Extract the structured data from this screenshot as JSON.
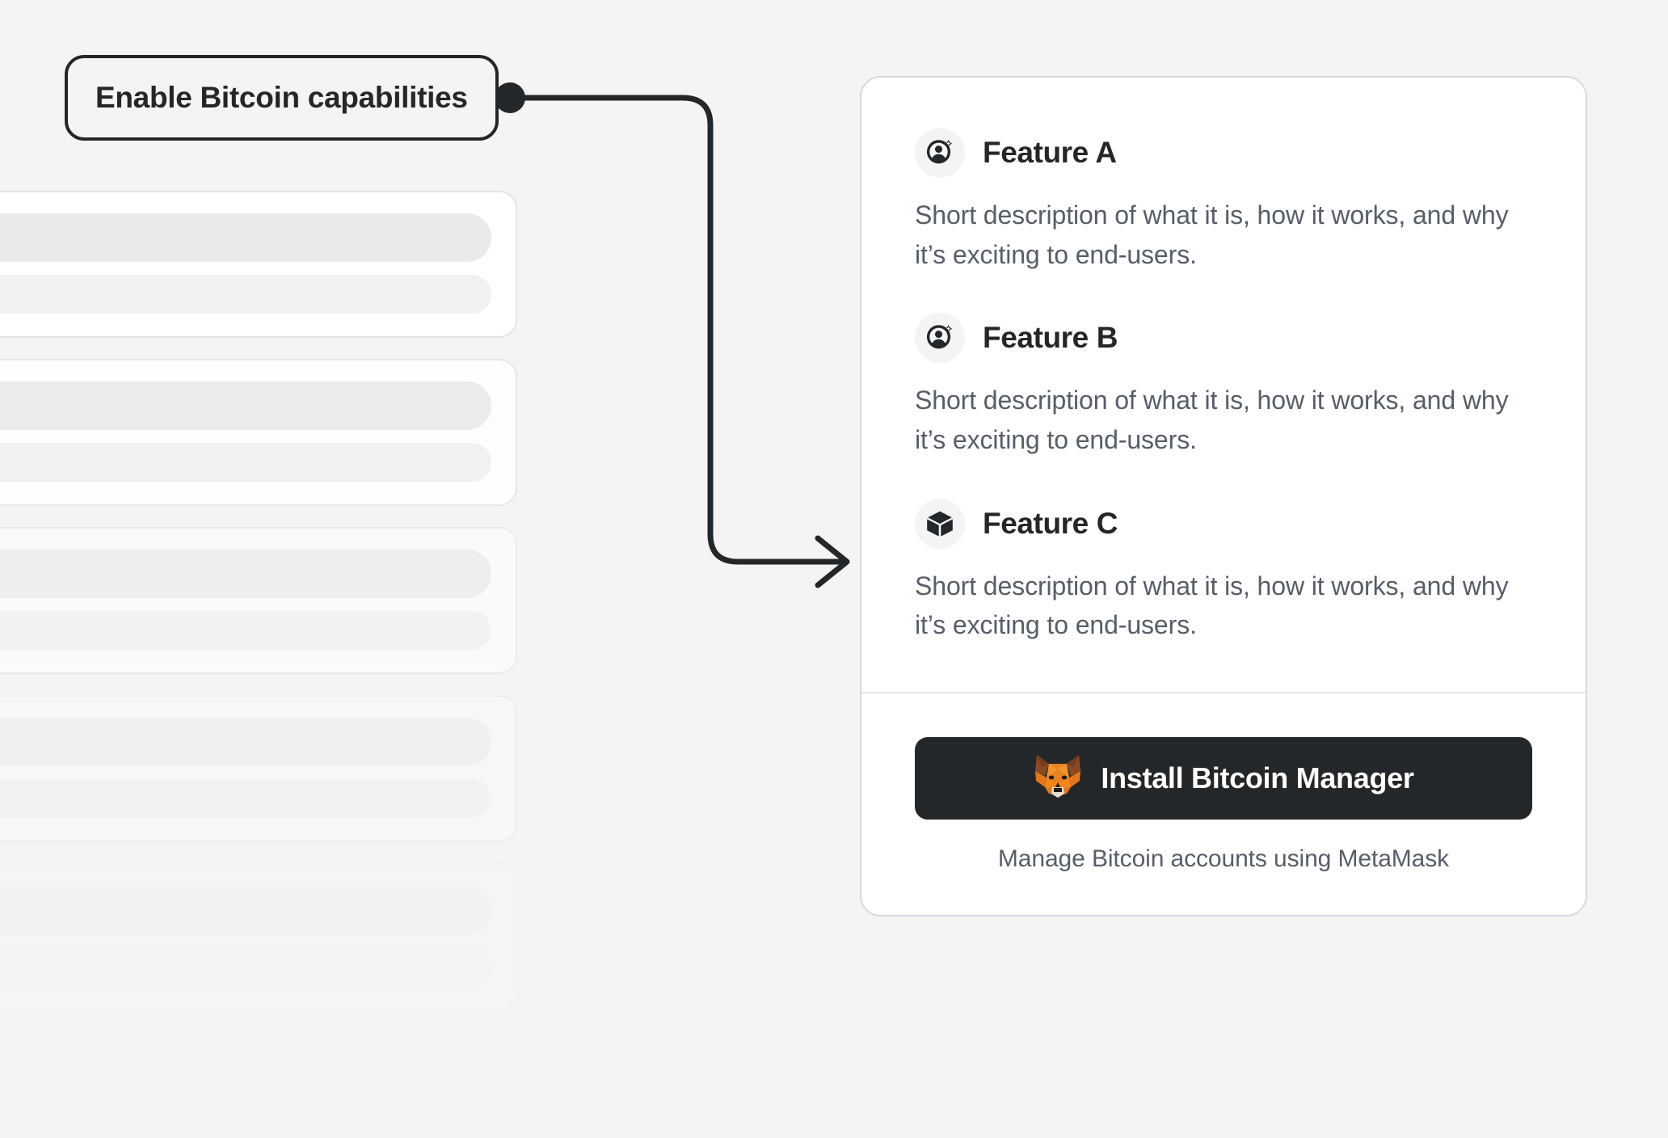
{
  "page": {
    "background_color": "#F4F4F4"
  },
  "annotation": {
    "label": "Enable Bitcoin capabilities",
    "connector_color": "#24272A",
    "dot_icon": "connector-dot-icon",
    "arrow_icon": "arrow-right-icon"
  },
  "skeleton": {
    "card_count": 5,
    "cards": [
      {
        "name": "placeholder-card-1"
      },
      {
        "name": "placeholder-card-2"
      },
      {
        "name": "placeholder-card-3"
      },
      {
        "name": "placeholder-card-4"
      },
      {
        "name": "placeholder-card-5"
      }
    ]
  },
  "card": {
    "border_color": "#D6DADE",
    "background_color": "#FFFFFF",
    "features": [
      {
        "title": "Feature A",
        "description": "Short description of what it is, how it works, and why it’s exciting to end-users.",
        "icon": "user-plus-icon"
      },
      {
        "title": "Feature B",
        "description": "Short description of what it is, how it works, and why it’s exciting to end-users.",
        "icon": "user-plus-icon"
      },
      {
        "title": "Feature C",
        "description": "Short description of what it is, how it works, and why it’s exciting to end-users.",
        "icon": "cube-icon"
      }
    ],
    "install": {
      "button_label": "Install Bitcoin Manager",
      "button_icon": "metamask-fox-icon",
      "button_color": "#24272A",
      "caption": "Manage Bitcoin accounts using MetaMask"
    }
  },
  "colors": {
    "text_primary": "#24272A",
    "text_secondary": "#565E68",
    "icon_bubble": "#F2F4F6",
    "metamask_orange": "#E88024",
    "metamask_dark_brown": "#8B4A23"
  }
}
